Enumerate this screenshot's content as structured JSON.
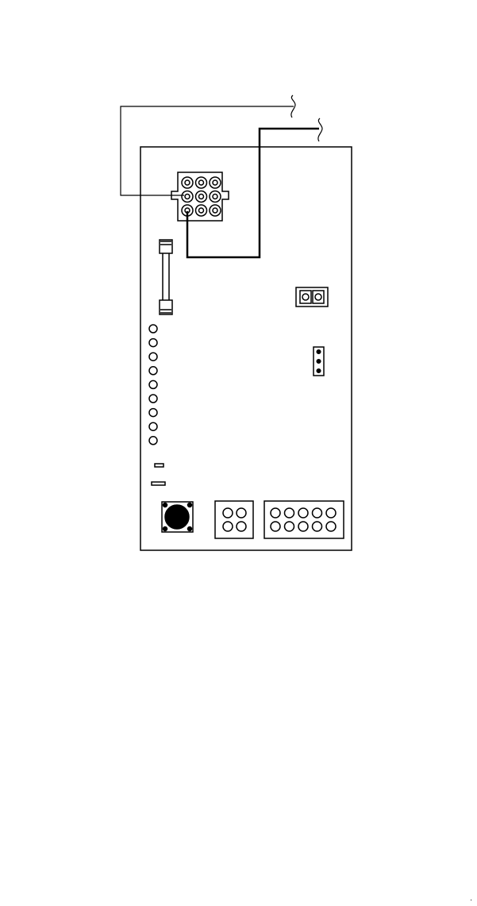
{
  "diagram": {
    "components": {
      "molex_connector": {
        "rows": 3,
        "cols": 3,
        "pins": 9
      },
      "fuse": {
        "count": 1
      },
      "two_pin_header": {
        "pins": 2
      },
      "three_pin_jumper": {
        "pins": 3
      },
      "led_column": {
        "count": 9
      },
      "small_pads": {
        "count": 2
      },
      "push_button": {
        "count": 1
      },
      "small_connector": {
        "rows": 2,
        "cols": 2,
        "pins": 4
      },
      "large_connector": {
        "rows": 2,
        "cols": 5,
        "pins": 10
      }
    },
    "wires": [
      {
        "name": "wire-1",
        "from": "molex-pin-row2-col1",
        "to": "external"
      },
      {
        "name": "wire-2",
        "from": "molex-pin-row3-col1",
        "to": "external"
      }
    ],
    "colors": {
      "line": "#000000",
      "background": "#ffffff"
    }
  },
  "page": {
    "number": "."
  }
}
